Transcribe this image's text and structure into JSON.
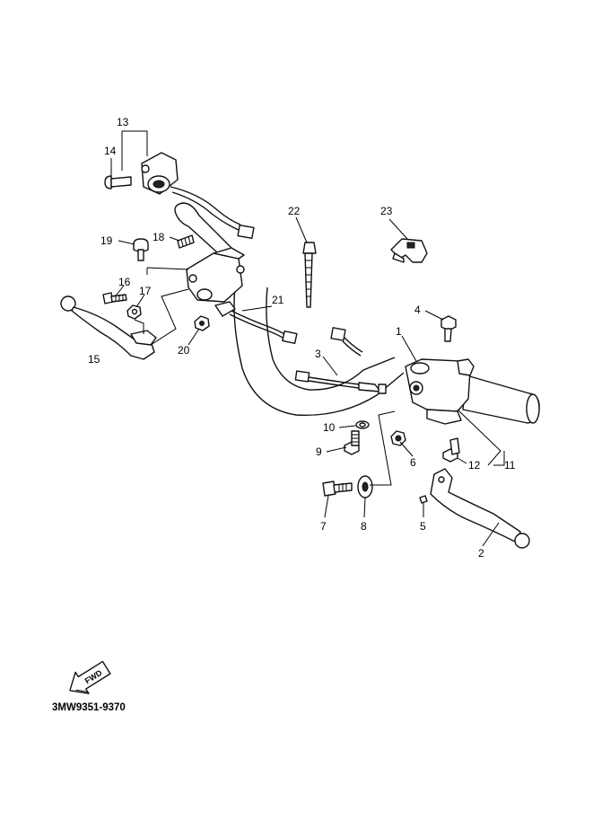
{
  "diagram_code": "3MW9351-9370",
  "fwd_label": "FWD",
  "callouts": {
    "c1": "1",
    "c2": "2",
    "c3": "3",
    "c4": "4",
    "c5": "5",
    "c6": "6",
    "c7": "7",
    "c8": "8",
    "c9": "9",
    "c10": "10",
    "c11": "11",
    "c12": "12",
    "c13": "13",
    "c14": "14",
    "c15": "15",
    "c16": "16",
    "c17": "17",
    "c18": "18",
    "c19": "19",
    "c20": "20",
    "c21": "21",
    "c22": "22",
    "c23": "23"
  },
  "colors": {
    "line": "#000000",
    "background": "#ffffff"
  }
}
